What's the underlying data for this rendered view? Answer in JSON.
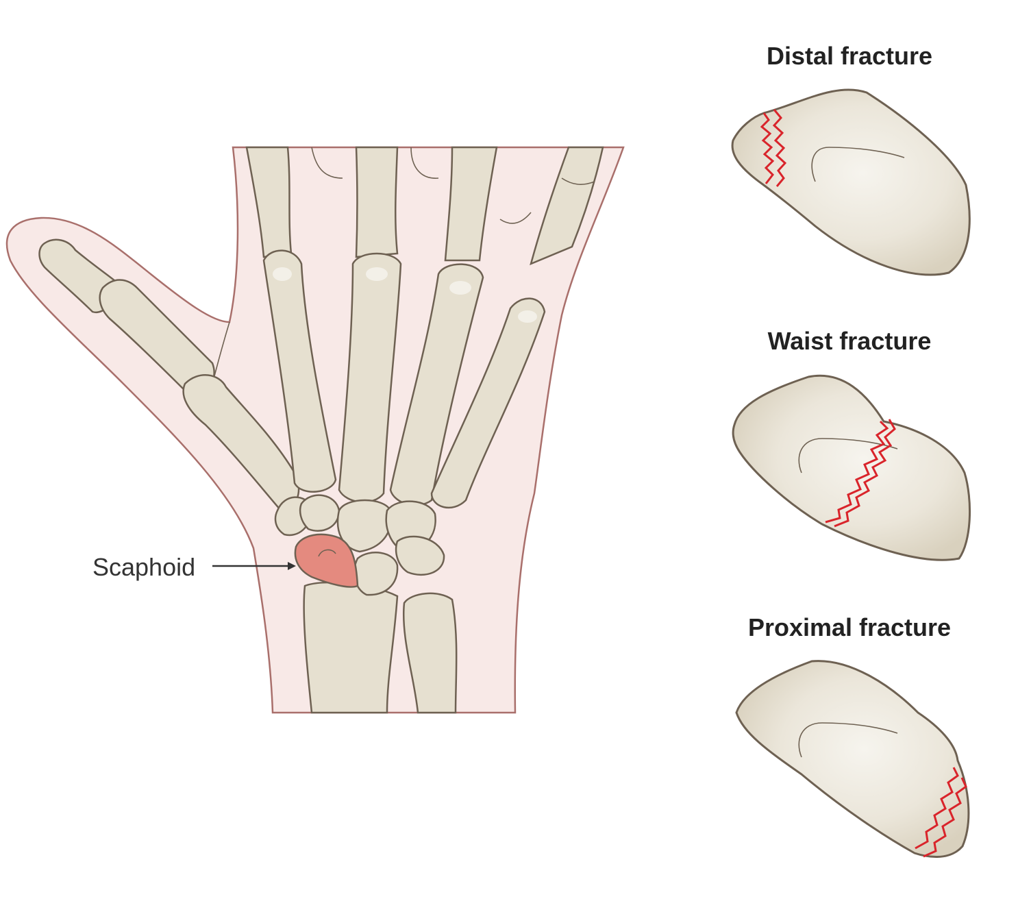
{
  "hand_diagram": {
    "scaphoid_label": "Scaphoid",
    "colors": {
      "skin": "#f8e9e7",
      "bone": "#e6e0d0",
      "scaphoid": "#e48a7f",
      "fracture": "#d9242b"
    }
  },
  "fracture_types": [
    {
      "title": "Distal fracture"
    },
    {
      "title": "Waist fracture"
    },
    {
      "title": "Proximal fracture"
    }
  ]
}
